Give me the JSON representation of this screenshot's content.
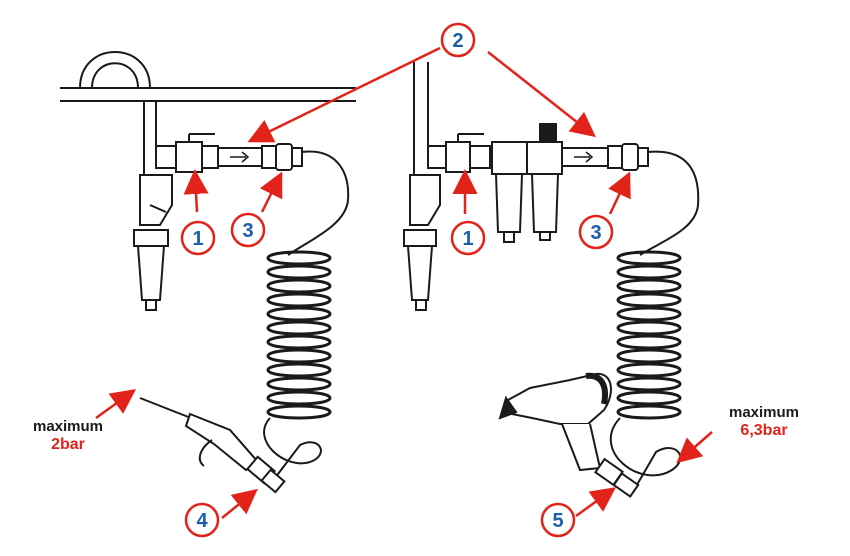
{
  "callouts": {
    "c1_left": "1",
    "c1_right": "1",
    "c2": "2",
    "c3_left": "3",
    "c3_right": "3",
    "c4": "4",
    "c5": "5"
  },
  "labels": {
    "left_max_word": "maximum",
    "left_max_value": "2bar",
    "right_max_word": "maximum",
    "right_max_value": "6,3bar"
  },
  "colors": {
    "callout_ring": "#e2231a",
    "callout_text": "#1a5fa8",
    "arrow": "#e2231a",
    "value_text": "#e2231a",
    "line": "#1a1a1a"
  },
  "icons": {
    "arrow": "red-arrow-icon",
    "callout": "numbered-circle-icon"
  }
}
